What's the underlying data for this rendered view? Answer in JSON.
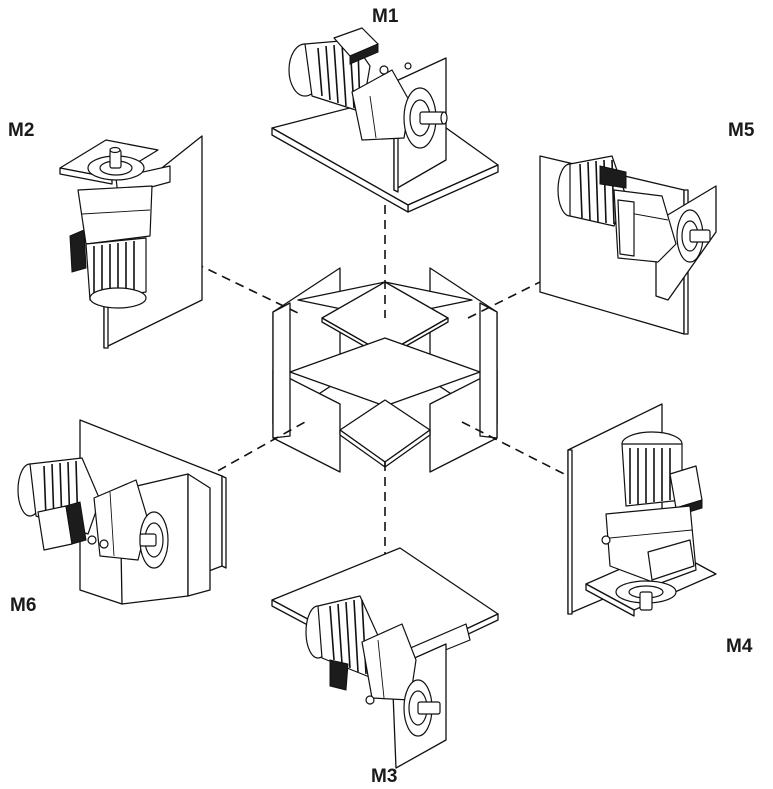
{
  "figure": {
    "mounting_positions": [
      {
        "id": "m1",
        "label": "M1"
      },
      {
        "id": "m2",
        "label": "M2"
      },
      {
        "id": "m3",
        "label": "M3"
      },
      {
        "id": "m4",
        "label": "M4"
      },
      {
        "id": "m5",
        "label": "M5"
      },
      {
        "id": "m6",
        "label": "M6"
      }
    ]
  }
}
